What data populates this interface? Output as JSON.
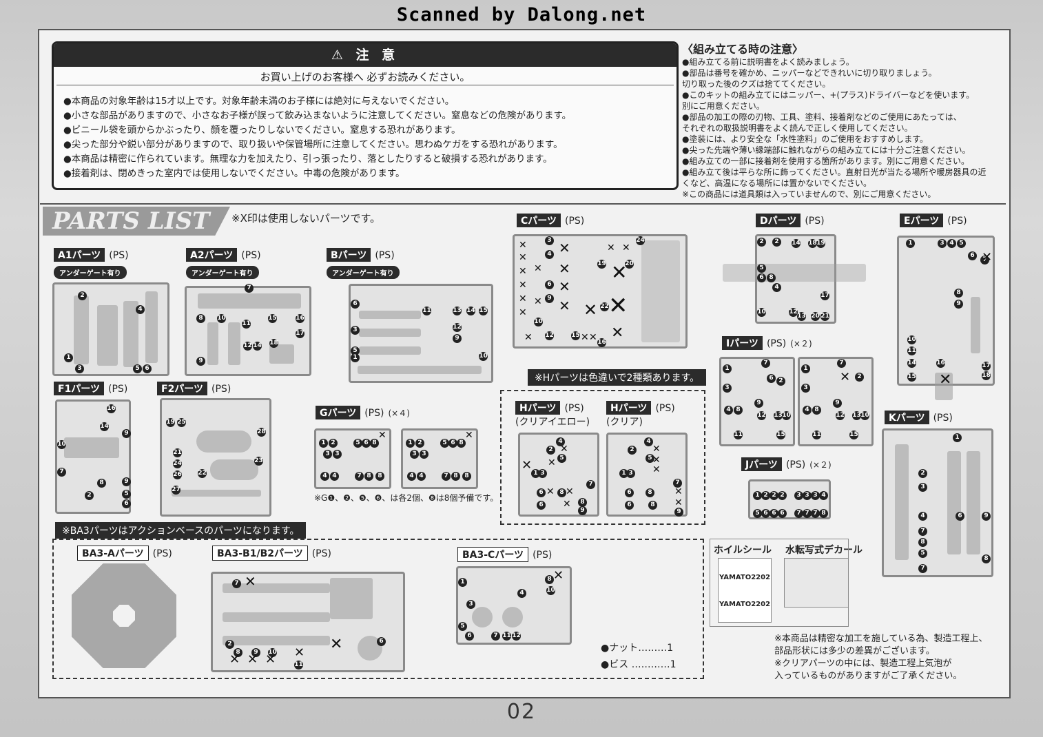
{
  "scan_credit": "Scanned by Dalong.net",
  "caution": {
    "title": "注 意",
    "subtitle": "お買い上げのお客様へ 必ずお読みください。",
    "items": [
      "●本商品の対象年齢は15才以上です。対象年齢未満のお子様には絶対に与えないでください。",
      "●小さな部品がありますので、小さなお子様が誤って飲み込まないように注意してください。窒息などの危険があります。",
      "●ビニール袋を頭からかぶったり、顔を覆ったりしないでください。窒息する恐れがあります。",
      "●尖った部分や鋭い部分がありますので、取り扱いや保管場所に注意してください。思わぬケガをする恐れがあります。",
      "●本商品は精密に作られています。無理な力を加えたり、引っ張ったり、落としたりすると破損する恐れがあります。",
      "●接着剤は、閉めきった室内では使用しないでください。中毒の危険があります。"
    ]
  },
  "assembly": {
    "title": "〈組み立てる時の注意〉",
    "lines": [
      "●組み立てる前に説明書をよく読みましょう。",
      "●部品は番号を確かめ、ニッパーなどできれいに切り取りましょう。",
      "  切り取った後のクズは捨ててください。",
      "●このキットの組み立てにはニッパー、+(プラス)ドライバーなどを使います。",
      "  別にご用意ください。",
      "●部品の加工の際の刃物、工具、塗料、接着剤などのご使用にあたっては、",
      "  それぞれの取扱説明書をよく読んで正しく使用してください。",
      "●塗装には、より安全な「水性塗料」のご使用をおすすめします。",
      "●尖った先端や薄い縁端部に触れながらの組み立てには十分ご注意ください。",
      "●組み立ての一部に接着剤を使用する箇所があります。別にご用意ください。",
      "●組み立て後は平らな所に飾ってください。直射日光が当たる場所や暖房器具の近",
      "  くなど、高温になる場所には置かないでください。",
      "※この商品には道具類は入っていませんので、別にご用意ください。"
    ]
  },
  "parts_list": {
    "title": "PARTS LIST",
    "note": "※X印は使用しないパーツです。",
    "ps": "(PS)",
    "under_gate": "アンダーゲート有り",
    "a1": "A1パーツ",
    "a2": "A2パーツ",
    "b": "Bパーツ",
    "c": "Cパーツ",
    "d": "Dパーツ",
    "e": "Eパーツ",
    "f1": "F1パーツ",
    "f2": "F2パーツ",
    "g": "Gパーツ",
    "g_count": "(×４)",
    "g_note": "※G❶、❷、❺、❻、は各2個、❽は8個予備です。",
    "i": "Iパーツ",
    "i_count": "(×２)",
    "j": "Jパーツ",
    "j_count": "(×２)",
    "k": "Kパーツ",
    "h_note": "※Hパーツは色違いで2種類あります。",
    "h1": "Hパーツ",
    "h1_color": "(クリアイエロー)",
    "h2": "Hパーツ",
    "h2_color": "(クリア)",
    "ba3_note": "※BA3パーツはアクションベースのパーツになります。",
    "ba3a": "BA3-Aパーツ",
    "ba3b": "BA3-B1/B2パーツ",
    "ba3c": "BA3-Cパーツ",
    "nut": "●ナット………1",
    "screw": "●ビス …………1",
    "foil_seal": "ホイルシール",
    "water_decal": "水転写式デカール",
    "seal_title1": "YAMATO",
    "seal_title2": "2202",
    "bottom_note1": "※本商品は精密な加工を施している為、製造工程上、",
    "bottom_note2": "  部品形状には多少の差異がございます。",
    "bottom_note3": "※クリアパーツの中には、製造工程上気泡が",
    "bottom_note4": "  入っているものがありますがご了承ください。"
  },
  "page_number": "02",
  "colors": {
    "ink": "#222222",
    "runner": "#8a8a8a",
    "header": "#2b2b2b",
    "banner": "#9a9a9a"
  }
}
